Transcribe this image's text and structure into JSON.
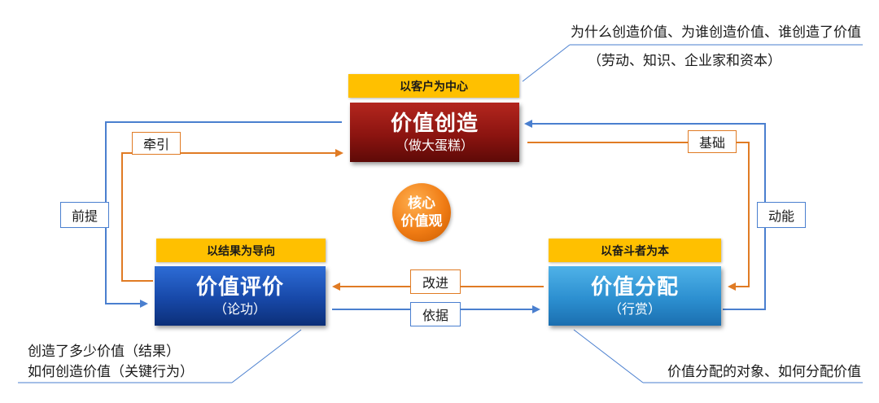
{
  "boxes": {
    "create": {
      "title": "价值创造",
      "sub": "（做大蛋糕）",
      "tag": "以客户为中心"
    },
    "evaluate": {
      "title": "价值评价",
      "sub": "（论功）",
      "tag": "以结果为导向"
    },
    "distribute": {
      "title": "价值分配",
      "sub": "（行赏）",
      "tag": "以奋斗者为本"
    }
  },
  "core": {
    "line1": "核心",
    "line2": "价值观"
  },
  "links": {
    "pull": "牵引",
    "premise": "前提",
    "foundation": "基础",
    "drive": "动能",
    "improve": "改进",
    "basis": "依据"
  },
  "notes": {
    "top_line1": "为什么创造价值、为谁创造价值、谁创造了价值",
    "top_line2": "（劳动、知识、企业家和资本）",
    "bottom_left_line1": "创造了多少价值（结果）",
    "bottom_left_line2": "如何创造价值（关键行为）",
    "bottom_right": "价值分配的对象、如何分配价值"
  },
  "colors": {
    "create_box": "#8c1410",
    "evaluate_box": "#1748a8",
    "distribute_box": "#2c8fd0",
    "tag": "#ffc000",
    "orange_arrow": "#e07b24",
    "blue_arrow": "#4a7fcf",
    "core_circle": "#f07c14"
  }
}
